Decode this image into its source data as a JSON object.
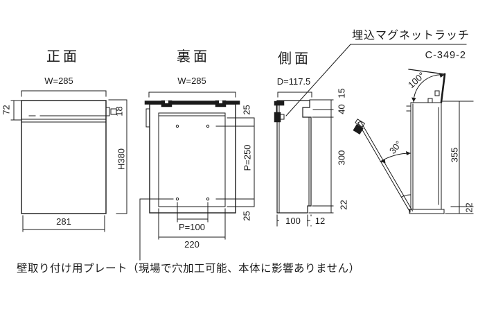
{
  "colors": {
    "line": "#1a1a1a",
    "background": "#ffffff"
  },
  "callouts": {
    "latch_label": "埋込マグネットラッチ",
    "model_number": "C-349-2",
    "plate_note": "壁取り付け用プレート（現場で穴加工可能、本体に影響ありません）"
  },
  "views": {
    "front": {
      "title": "正面",
      "dim_width": "W=285",
      "dim_flap_height": "72",
      "dim_latch": "18",
      "dim_height": "H380",
      "dim_bottom_width": "281"
    },
    "back": {
      "title": "裏面",
      "dim_width": "W=285",
      "dim_top_offset": "25",
      "dim_hole_pitch_v": "P=250",
      "dim_bottom_offset": "25",
      "dim_hole_pitch_h": "P=100",
      "dim_plate_width": "220"
    },
    "side": {
      "title": "側面",
      "dim_depth": "D=117.5",
      "dim_top": "15",
      "dim_upper": "40",
      "dim_body": "300",
      "dim_bottom": "22",
      "dim_base_depth": "100",
      "dim_plate_thickness": "12"
    },
    "open": {
      "dim_lid_angle": "100°",
      "dim_door_angle": "30°",
      "dim_opening_height": "355",
      "dim_bottom": "22"
    }
  }
}
